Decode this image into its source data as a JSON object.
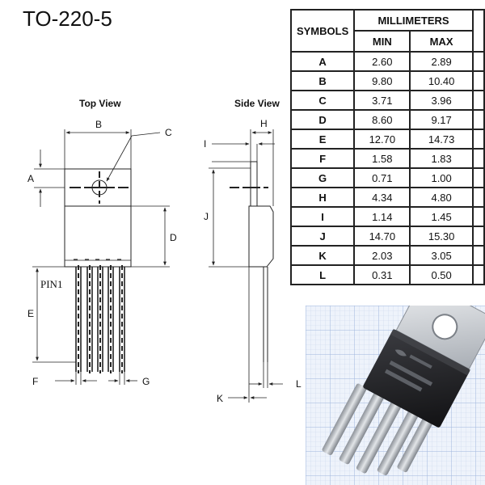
{
  "title": "TO-220-5",
  "views": {
    "top": "Top View",
    "side": "Side View"
  },
  "labels": {
    "A": "A",
    "B": "B",
    "C": "C",
    "D": "D",
    "E": "E",
    "F": "F",
    "G": "G",
    "H": "H",
    "I": "I",
    "J": "J",
    "K": "K",
    "L": "L",
    "pin1": "PIN1"
  },
  "table": {
    "symbols_header": "SYMBOLS",
    "unit_header": "MILLIMETERS",
    "min_header": "MIN",
    "max_header": "MAX",
    "rows": [
      {
        "sym": "A",
        "min": "2.60",
        "max": "2.89"
      },
      {
        "sym": "B",
        "min": "9.80",
        "max": "10.40"
      },
      {
        "sym": "C",
        "min": "3.71",
        "max": "3.96"
      },
      {
        "sym": "D",
        "min": "8.60",
        "max": "9.17"
      },
      {
        "sym": "E",
        "min": "12.70",
        "max": "14.73"
      },
      {
        "sym": "F",
        "min": "1.58",
        "max": "1.83"
      },
      {
        "sym": "G",
        "min": "0.71",
        "max": "1.00"
      },
      {
        "sym": "H",
        "min": "4.34",
        "max": "4.80"
      },
      {
        "sym": "I",
        "min": "1.14",
        "max": "1.45"
      },
      {
        "sym": "J",
        "min": "14.70",
        "max": "15.30"
      },
      {
        "sym": "K",
        "min": "2.03",
        "max": "3.05"
      },
      {
        "sym": "L",
        "min": "0.31",
        "max": "0.50"
      }
    ]
  },
  "colors": {
    "line": "#222222",
    "grid_bg": "#eef3fb",
    "grid_line": "#b9c9e4",
    "part_body": "#1f1f22",
    "tab_metal": "#cfd3d8",
    "lead_metal": "#b8bcc2"
  }
}
